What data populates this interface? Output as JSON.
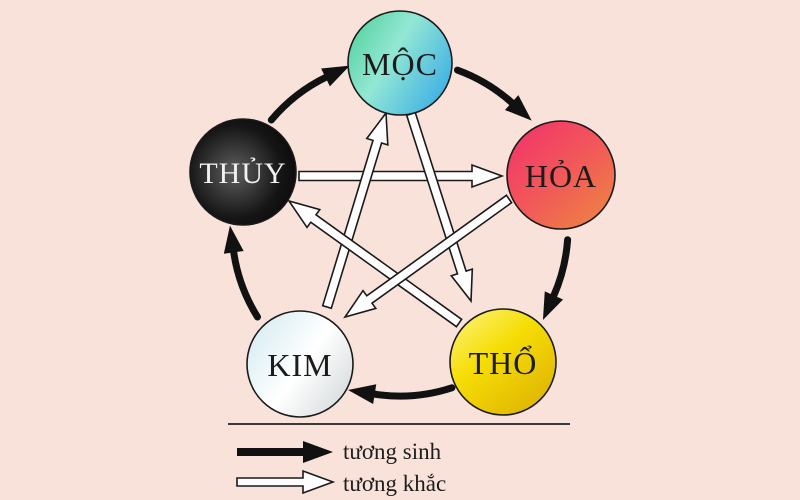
{
  "background_color": "#f8e2d9",
  "diagram": {
    "name": "ngu-hanh-five-elements",
    "elements": [
      {
        "id": "moc",
        "label": "MỘC",
        "gradient": [
          "#4fd19c",
          "#93e7d4",
          "#3fb1e5"
        ],
        "text_color": "#1c1c1c"
      },
      {
        "id": "hoa",
        "label": "HỎA",
        "gradient": [
          "#f3336b",
          "#f15a58",
          "#ee8541"
        ],
        "text_color": "#1c1c1c"
      },
      {
        "id": "tho",
        "label": "THỔ",
        "gradient": [
          "#fdf584",
          "#f6dd05",
          "#dfb402"
        ],
        "text_color": "#1c1c1c"
      },
      {
        "id": "kim",
        "label": "KIM",
        "gradient": [
          "#d7ecf2",
          "#ffffff",
          "#d2d7d9"
        ],
        "text_color": "#1c1c1c"
      },
      {
        "id": "thuy",
        "label": "THỦY",
        "gradient": [
          "#5e5e5e",
          "#151515",
          "#000000"
        ],
        "text_color": "#f2f2f2"
      }
    ],
    "relationships": {
      "tuong_sinh": [
        {
          "from": "THỦY",
          "to": "MỘC"
        },
        {
          "from": "MỘC",
          "to": "HỎA"
        },
        {
          "from": "HỎA",
          "to": "THỔ"
        },
        {
          "from": "THỔ",
          "to": "KIM"
        },
        {
          "from": "KIM",
          "to": "THỦY"
        }
      ],
      "tuong_khac": [
        {
          "from": "THỦY",
          "to": "HỎA"
        },
        {
          "from": "HỎA",
          "to": "KIM"
        },
        {
          "from": "KIM",
          "to": "MỘC"
        },
        {
          "from": "MỘC",
          "to": "THỔ"
        },
        {
          "from": "THỔ",
          "to": "THỦY"
        }
      ]
    },
    "arrow_colors": {
      "sinh": "#111111",
      "khac": "#fdfdfd"
    }
  },
  "legend": {
    "items": [
      {
        "symbol": "black-solid-arrow",
        "label": "tương sinh"
      },
      {
        "symbol": "white-outlined-arrow",
        "label": "tương khắc"
      }
    ]
  }
}
